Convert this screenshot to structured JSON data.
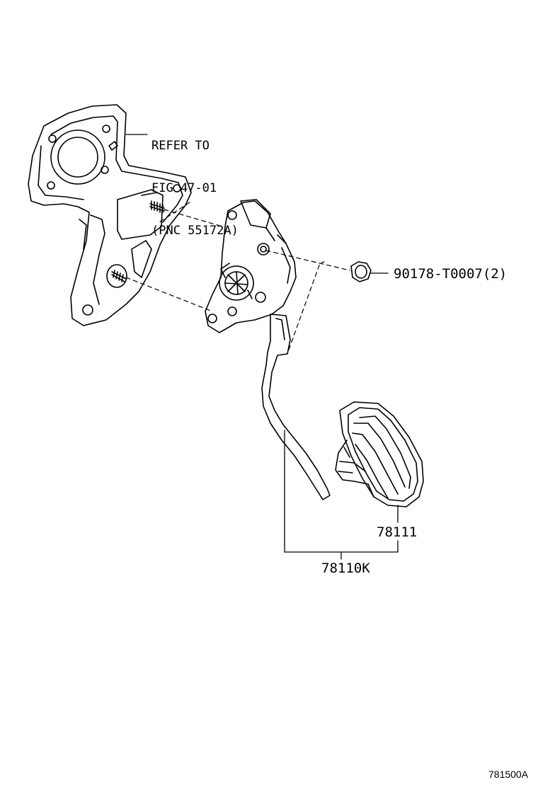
{
  "refer": {
    "line1": "REFER TO",
    "line2": "FIG 47-01",
    "line3": "(PNC 55172A)"
  },
  "parts": {
    "nut": "90178-T0007(2)",
    "pad": "78111",
    "assembly": "78110K"
  },
  "figure_code": "781500A",
  "colors": {
    "line": "#000000",
    "background": "#ffffff"
  }
}
